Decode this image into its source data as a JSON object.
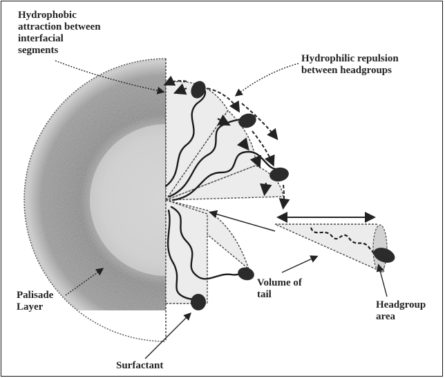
{
  "labels": {
    "hydrophobic_attraction": "Hydrophobic\nattraction between\ninterfacial\nsegments",
    "hydrophilic_repulsion": "Hydrophilic repulsion\nbetween headgroups",
    "palisade_layer": "Palisade\nLayer",
    "volume_of_tail": "Volume of\ntail",
    "headgroup_area": "Headgroup\narea",
    "surfactant": "Surfactant"
  },
  "colors": {
    "outline": "#333333",
    "stipple_dark": "#8f8f8f",
    "stipple_light": "#c9c9c9",
    "wedge_fill": "#ececec",
    "headgroup": "#2b2b2b"
  }
}
